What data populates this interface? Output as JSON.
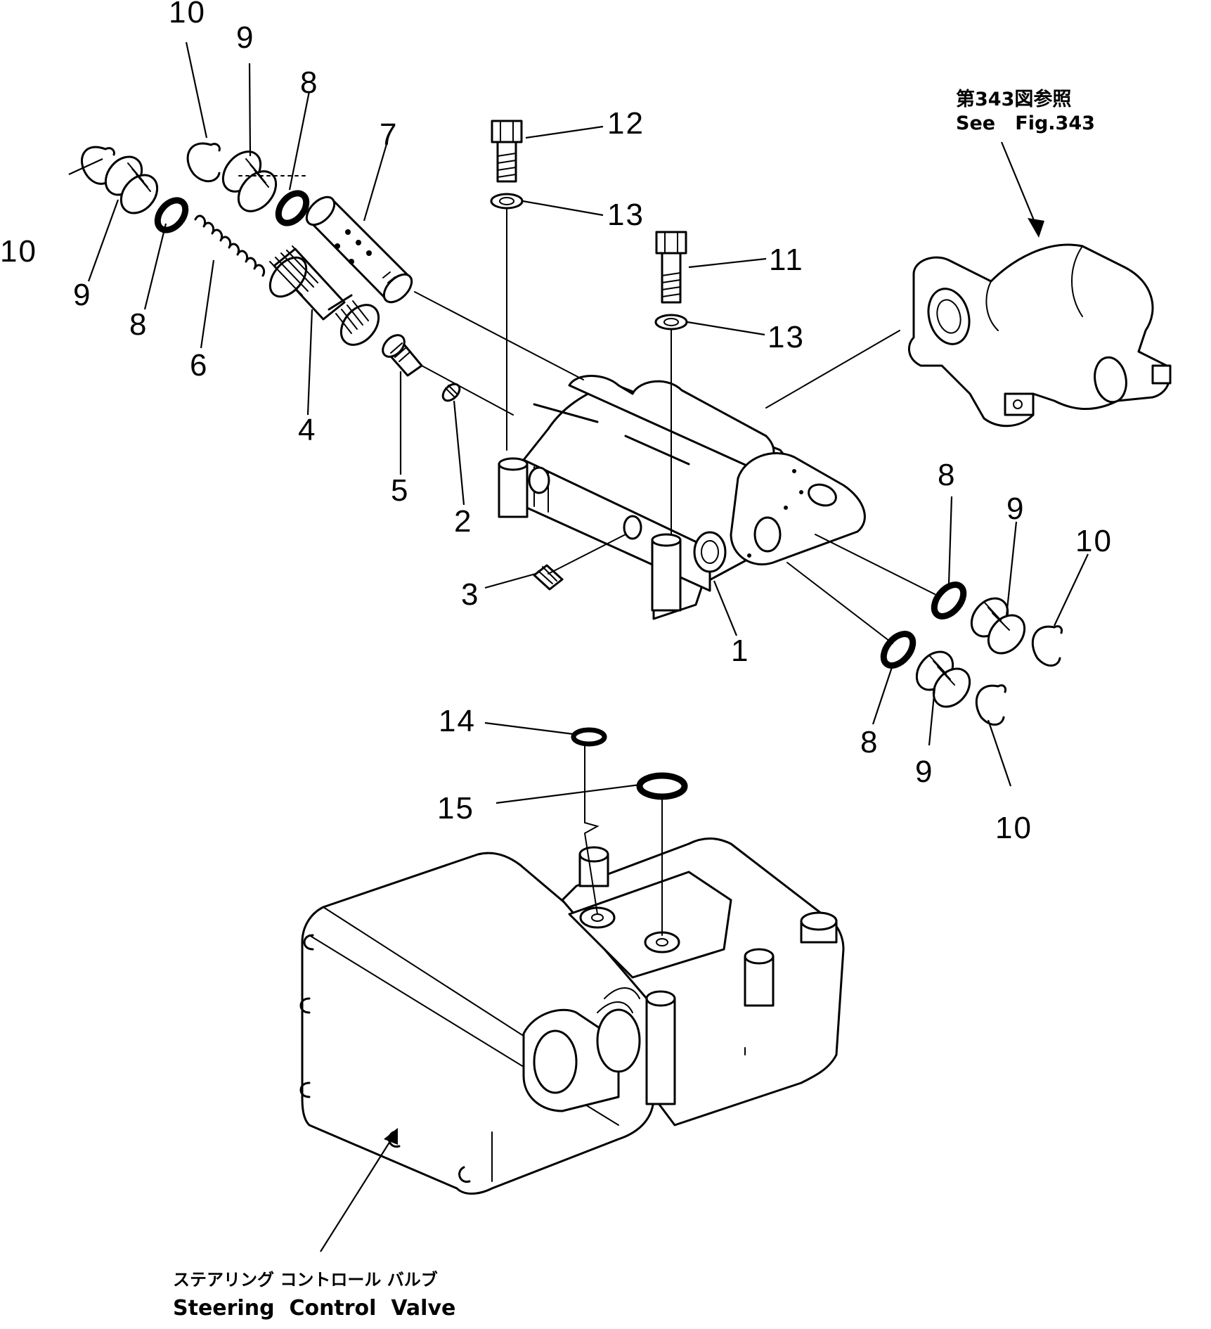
{
  "labels": {
    "p1": "1",
    "p2": "2",
    "p3": "3",
    "p4": "4",
    "p5": "5",
    "p6": "6",
    "p7": "7",
    "p8": "8",
    "p9": "9",
    "p10": "10",
    "p11": "11",
    "p12": "12",
    "p13": "13",
    "p14": "14",
    "p15": "15"
  },
  "reference": {
    "jp": "第343図参照",
    "en": "See   Fig.343"
  },
  "caption": {
    "jp": "ステアリング コントロール バルブ",
    "en": "Steering  Control  Valve"
  }
}
